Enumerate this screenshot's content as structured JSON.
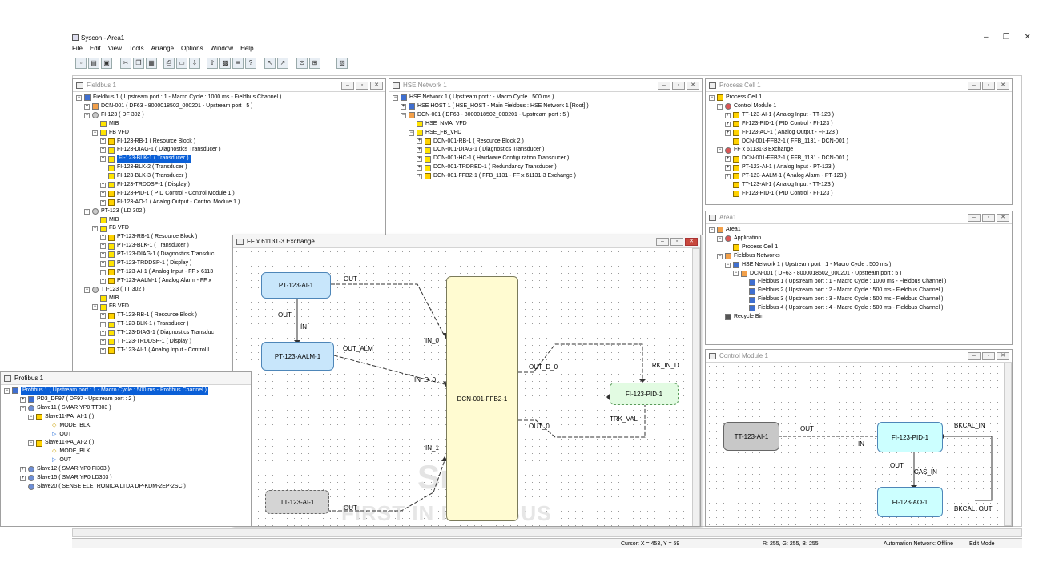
{
  "app": {
    "title": "Syscon - Area1"
  },
  "menu": [
    "File",
    "Edit",
    "View",
    "Tools",
    "Arrange",
    "Options",
    "Window",
    "Help"
  ],
  "toolbar_icons": [
    "new-icon",
    "open-icon",
    "save-icon",
    "cut-icon",
    "copy-icon",
    "paste-icon",
    "print-icon",
    "preview-icon",
    "download-icon",
    "upload-icon",
    "grid-icon",
    "align-icon",
    "help-icon",
    "pointer-icon",
    "link-icon",
    "zoom-icon",
    "network-icon",
    "export-icon"
  ],
  "window_controls": {
    "min": "–",
    "max": "❐",
    "close": "✕"
  },
  "fieldbus": {
    "title": "Fieldbus 1",
    "rows": [
      "Fieldbus 1 ( Upstream port : 1 -  Macro Cycle : 1000 ms  - Fieldbus Channel  )",
      "DCN-001 ( DF63 - 8000018502_000201 - Upstream port : 5 )",
      "FI-123 ( DF 302 )",
      "MIB",
      "FB VFD",
      "FI-123-RB-1 ( Resource Block )",
      "FI-123-DIAG-1 ( Diagnostics Transducer )",
      "FI-123-BLK-1 ( Transducer )",
      "FI-123-BLK-2 ( Transducer )",
      "FI-123-BLK-3 ( Transducer )",
      "FI-123-TRDDSP-1 ( Display )",
      "FI-123-PID-1 ( PID Control - Control Module 1 )",
      "FI-123-AO-1 ( Analog Output - Control Module 1 )",
      "PT-123 ( LD 302 )",
      "MIB",
      "FB VFD",
      "PT-123-RB-1 ( Resource Block )",
      "PT-123-BLK-1 ( Transducer )",
      "PT-123-DIAG-1 ( Diagnostics Transduc",
      "PT-123-TRDDSP-1 ( Display )",
      "PT-123-AI-1 ( Analog Input - FF x 6113",
      "PT-123-AALM-1 ( Analog Alarm - FF x",
      "TT-123 ( TT 302 )",
      "MIB",
      "FB VFD",
      "TT-123-RB-1 ( Resource Block )",
      "TT-123-BLK-1 ( Transducer )",
      "TT-123-DIAG-1 ( Diagnostics Transduc",
      "TT-123-TRDDSP-1 ( Display )",
      "TT-123-AI-1 ( Analog Input - Control I"
    ]
  },
  "hse": {
    "title": "HSE Network 1",
    "rows": [
      "HSE Network 1 ( Upstream port : -  Macro Cycle : 500 ms  )",
      "HSE HOST 1 ( HSE_HOST -  Main Fieldbus : HSE Network 1 [Root] )",
      "DCN-001 ( DF63 - 8000018502_000201 - Upstream port : 5 )",
      "HSE_NMA_VFD",
      "HSE_FB_VFD",
      "DCN-001-RB-1 ( Resource Block 2 )",
      "DCN-001-DIAG-1 ( Diagnostics Transducer )",
      "DCN-001-HC-1 ( Hardware Configuration Transducer )",
      "DCN-001-TRDRED-1 ( Redundancy Transducer )",
      "DCN-001-FFB2-1 ( FFB_1131 - FF x 61131-3 Exchange )"
    ]
  },
  "process": {
    "title": "Process Cell 1",
    "rows": [
      "Process Cell 1",
      "Control Module 1",
      "TT-123-AI-1 ( Analog Input - TT-123 )",
      "FI-123-PID-1 ( PID Control - FI-123 )",
      "FI-123-AO-1 ( Analog Output - FI-123 )",
      "DCN-001-FFB2-1 ( FFB_1131 - DCN-001 )",
      "FF x 61131-3 Exchange",
      "DCN-001-FFB2-1 ( FFB_1131 - DCN-001 )",
      "PT-123-AI-1 ( Analog Input - PT-123 )",
      "PT-123-AALM-1 ( Analog Alarm - PT-123 )",
      "TT-123-AI-1 ( Analog Input - TT-123 )",
      "FI-123-PID-1 ( PID Control - FI-123 )"
    ]
  },
  "area": {
    "title": "Area1",
    "rows": [
      "Area1",
      "Application",
      "Process Cell 1",
      "Fieldbus Networks",
      "HSE Network 1 ( Upstream port : 1 -  Macro Cycle : 500 ms  )",
      "DCN-001 ( DF63 - 8000018502_000201 - Upstream port : 5 )",
      "Fieldbus 1 ( Upstream port : 1 -  Macro Cycle : 1000 ms  - Fieldbus Channel  )",
      "Fieldbus 2 ( Upstream port : 2 -  Macro Cycle : 500 ms  - Fieldbus Channel  )",
      "Fieldbus 3 ( Upstream port : 3 -  Macro Cycle : 500 ms  - Fieldbus Channel  )",
      "Fieldbus 4 ( Upstream port : 4 -  Macro Cycle : 500 ms  - Fieldbus Channel  )",
      "Recycle Bin"
    ]
  },
  "exchange": {
    "title": "FF x 61131-3 Exchange",
    "blocks": {
      "pt_ai": "PT-123-AI-1",
      "pt_aalm": "PT-123-AALM-1",
      "ffb": "DCN-001-FFB2-1",
      "pid": "FI-123-PID-1",
      "tt_ai": "TT-123-AI-1"
    },
    "labels": {
      "out1": "OUT",
      "out2": "OUT",
      "in": "IN",
      "out_alm": "OUT_ALM",
      "in0": "IN_0",
      "ind0": "IN_D_0",
      "in1": "IN_1",
      "outd0": "OUT_D_0",
      "out0": "OUT_0",
      "trk_in": "TRK_IN_D",
      "trk_val": "TRK_VAL",
      "out3": "OUT"
    },
    "watermark1": "Smar",
    "watermark2": "FIRST IN FIELDBUS"
  },
  "profibus": {
    "title": "Profibus 1",
    "rows": [
      "Profibus 1 ( Upstream port : 1 -  Macro Cycle : 500 ms  - Profibus Channel  )",
      "PD3_DF97 ( DF97 - Upstream port : 2 )",
      "Slave11 ( SMAR  YP0 TT303 )",
      "Slave11-PA_AI-1 ( )",
      "MODE_BLK",
      "OUT",
      "Slave11-PA_AI-2 ( )",
      "MODE_BLK",
      "OUT",
      "Slave12 ( SMAR  YP0 FI303 )",
      "Slave15 ( SMAR  YP0 LD303 )",
      "Slave20 ( SENSE ELETRONICA LTDA  DP-KDM-2EP-2SC )"
    ]
  },
  "control": {
    "title": "Control Module 1",
    "blocks": {
      "tt_ai": "TT-123-AI-1",
      "pid": "FI-123-PID-1",
      "ao": "FI-123-AO-1"
    },
    "labels": {
      "out": "OUT",
      "in": "IN",
      "bkcal_in": "BKCAL_IN",
      "out2": "OUT",
      "cas_in": "CAS_IN",
      "bkcal_out": "BKCAL_OUT"
    }
  },
  "status": {
    "cursor": "Cursor: X = 453, Y = 59",
    "rgb": "R: 255, G: 255, B: 255",
    "network": "Automation Network: Offline",
    "mode": "Edit Mode"
  }
}
